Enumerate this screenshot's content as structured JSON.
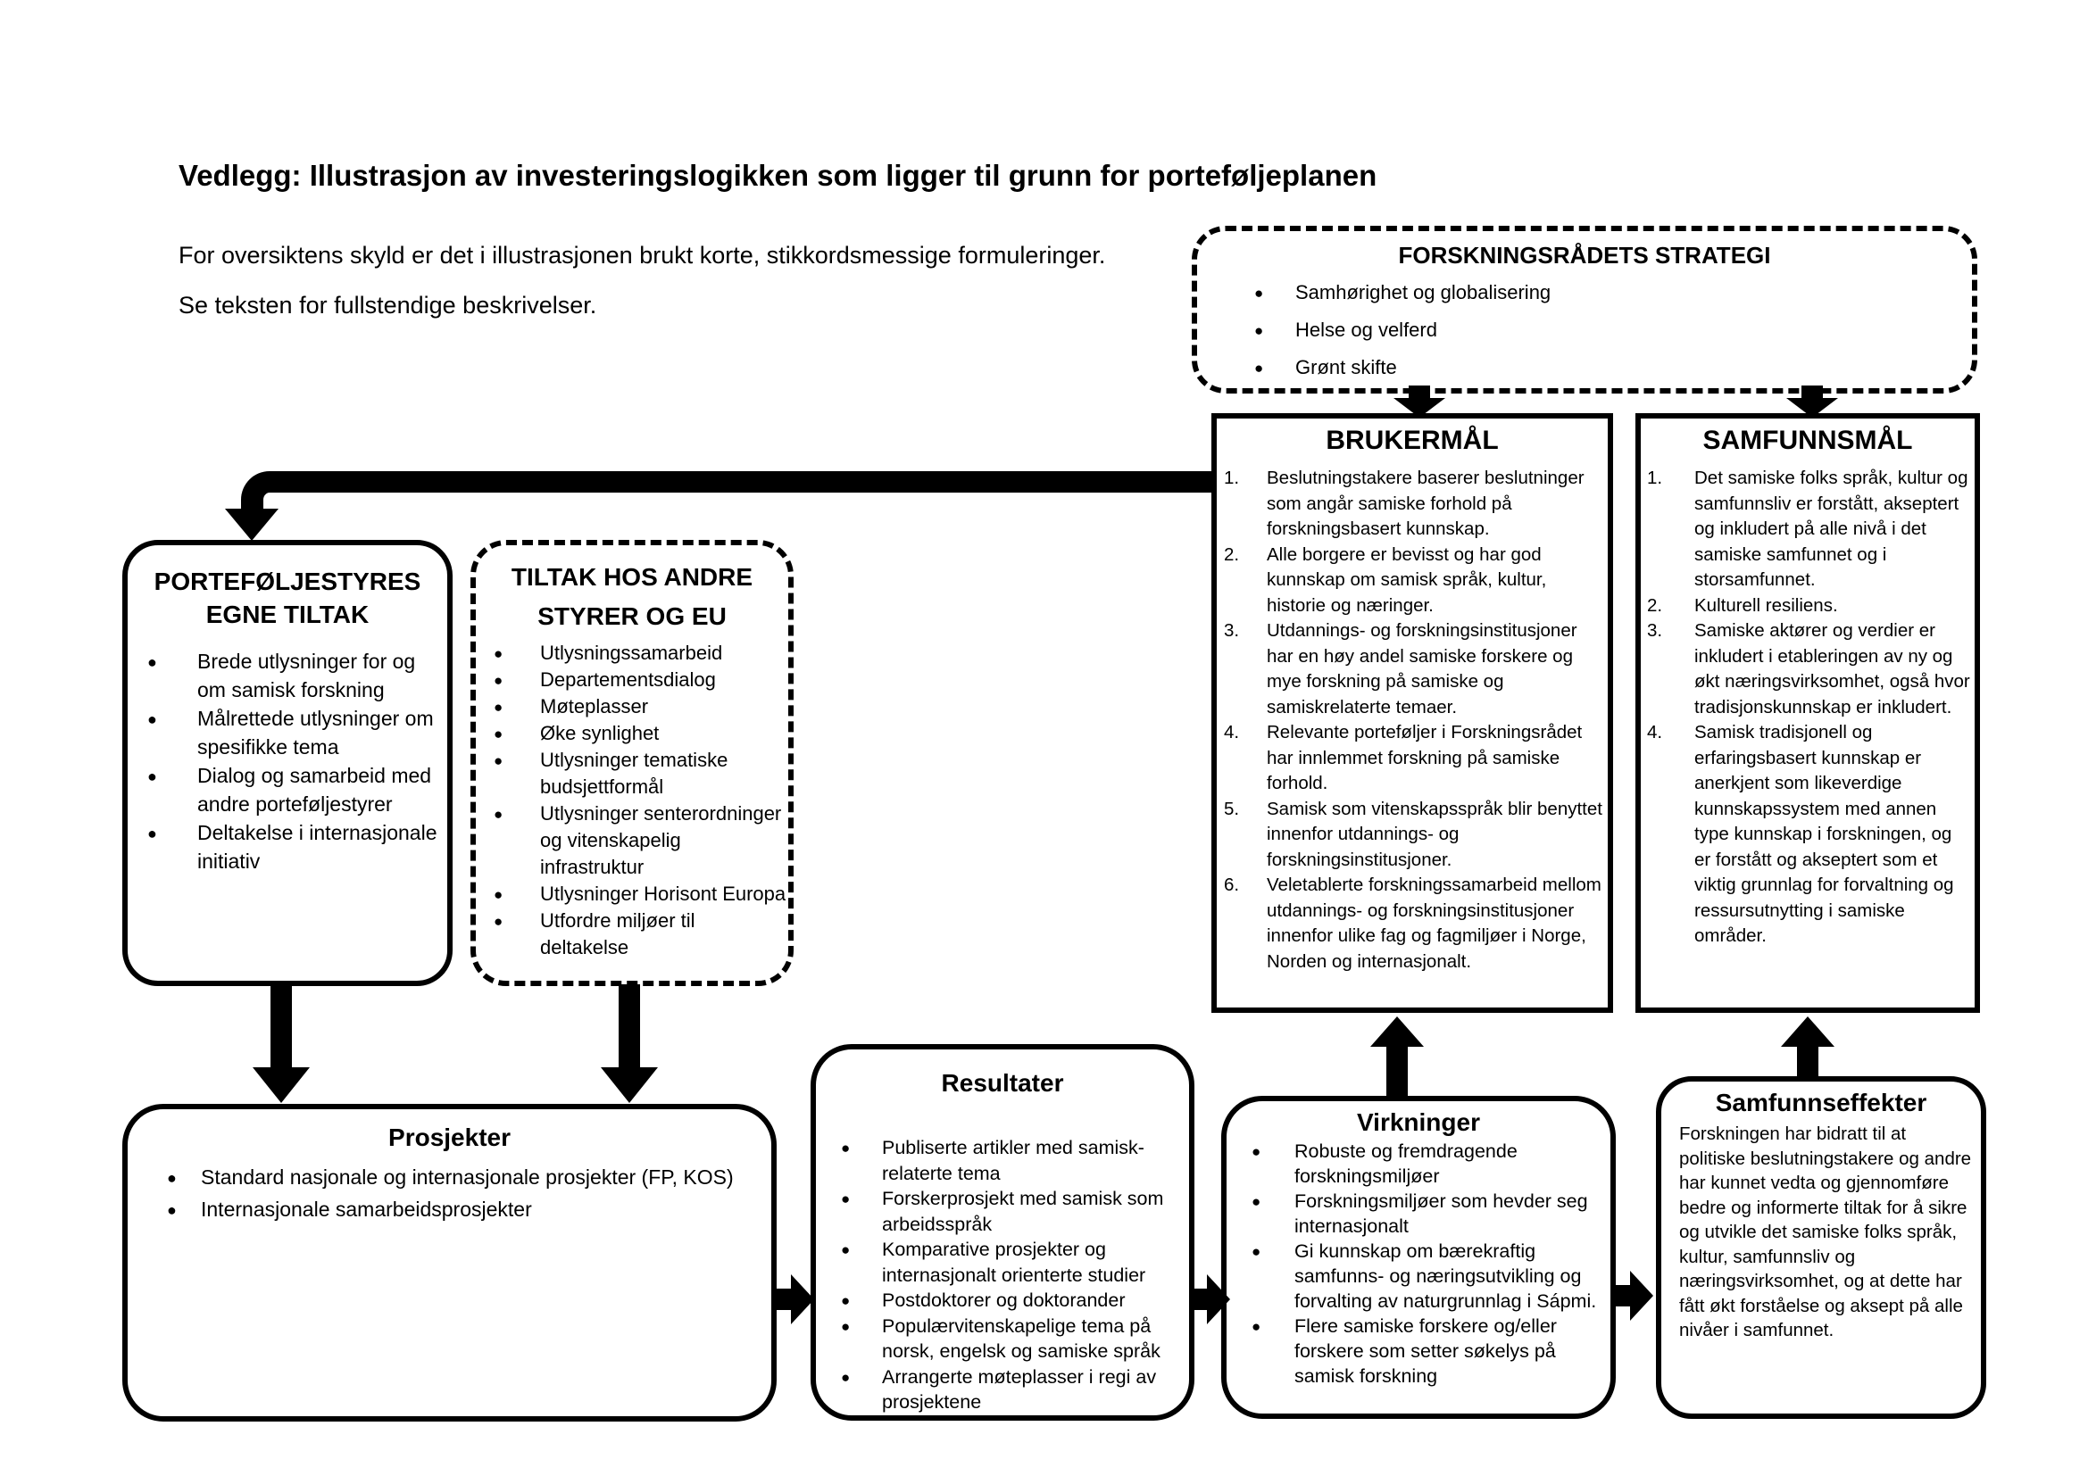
{
  "colors": {
    "ink": "#000000",
    "paper": "#ffffff"
  },
  "page": {
    "title": "Vedlegg: Illustrasjon av investeringslogikken som ligger til grunn for porteføljeplanen",
    "subtitle_line1": "For oversiktens skyld er det i illustrasjonen brukt korte, stikkordsmessige formuleringer.",
    "subtitle_line2": "Se teksten for fullstendige beskrivelser."
  },
  "strategy": {
    "title": "FORSKNINGSRÅDETS STRATEGI",
    "items": [
      "Samhørighet og globalisering",
      "Helse og velferd",
      "Grønt skifte"
    ]
  },
  "brukermal": {
    "title": "BRUKERMÅL",
    "items": [
      "Beslutningstakere baserer beslutninger som angår samiske forhold på forskningsbasert kunnskap.",
      "Alle borgere er bevisst og har god kunnskap om samisk språk, kultur, historie og næringer.",
      "Utdannings- og forskningsinstitusjoner har en høy andel samiske forskere og mye forskning på samiske og samiskrelaterte temaer.",
      "Relevante porteføljer i Forskningsrådet har innlemmet forskning på samiske forhold.",
      "Samisk som vitenskapsspråk blir benyttet innenfor utdannings- og forskningsinstitusjoner.",
      "Veletablerte forskningssamarbeid mellom utdannings- og forskningsinstitusjoner innenfor ulike fag og fagmiljøer i Norge, Norden og internasjonalt."
    ]
  },
  "samfunnsmal": {
    "title": "SAMFUNNSMÅL",
    "items": [
      "Det samiske folks språk, kultur og samfunnsliv er forstått, akseptert og inkludert på alle nivå i det samiske samfunnet og i storsamfunnet.",
      "Kulturell resiliens.",
      "Samiske aktører og verdier er inkludert i etableringen av ny og økt næringsvirksomhet, også hvor tradisjonskunnskap er inkludert.",
      "Samisk tradisjonell og erfaringsbasert kunnskap er anerkjent som likeverdige kunnskapssystem med annen type kunnskap i forskningen, og er forstått og akseptert som et viktig grunnlag for forvaltning og ressursutnytting i samiske områder."
    ]
  },
  "egne_tiltak": {
    "title": "PORTEFØLJESTYRES EGNE TILTAK",
    "items": [
      "Brede utlysninger for og om samisk forskning",
      "Målrettede utlysninger om spesifikke tema",
      "Dialog og samarbeid med andre porteføljestyrer",
      "Deltakelse i internasjonale initiativ"
    ]
  },
  "andre_tiltak": {
    "title": "TILTAK HOS ANDRE STYRER OG EU",
    "items": [
      "Utlysningssamarbeid",
      "Departementsdialog",
      "Møteplasser",
      "Øke synlighet",
      "Utlysninger tematiske budsjettformål",
      "Utlysninger senterordninger og vitenskapelig infrastruktur",
      "Utlysninger Horisont Europa",
      "Utfordre miljøer til deltakelse"
    ]
  },
  "prosjekter": {
    "title": "Prosjekter",
    "items": [
      "Standard nasjonale og internasjonale prosjekter (FP, KOS)",
      "Internasjonale samarbeidsprosjekter"
    ]
  },
  "resultater": {
    "title": "Resultater",
    "items": [
      "Publiserte artikler med samisk-relaterte tema",
      "Forskerprosjekt med samisk som arbeidsspråk",
      "Komparative prosjekter og internasjonalt orienterte studier",
      "Postdoktorer og doktorander",
      "Populærvitenskapelige tema på norsk, engelsk og samiske språk",
      "Arrangerte møteplasser i regi av prosjektene"
    ]
  },
  "virkninger": {
    "title": "Virkninger",
    "items": [
      "Robuste og fremdragende forskningsmiljøer",
      "Forskningsmiljøer som hevder seg internasjonalt",
      "Gi kunnskap om bærekraftig samfunns- og næringsutvikling og forvalting av naturgrunnlag i Sápmi.",
      "Flere samiske forskere og/eller forskere som setter søkelys på samisk forskning"
    ]
  },
  "samfunnseffekter": {
    "title": "Samfunnseffekter",
    "body": "Forskningen har bidratt til at politiske beslutningstakere og andre har kunnet vedta og gjennomføre bedre og informerte tiltak for å sikre og utvikle det samiske folks språk, kultur, samfunnsliv og næringsvirksomhet, og at dette har fått økt forståelse og aksept på alle nivåer i samfunnet."
  }
}
